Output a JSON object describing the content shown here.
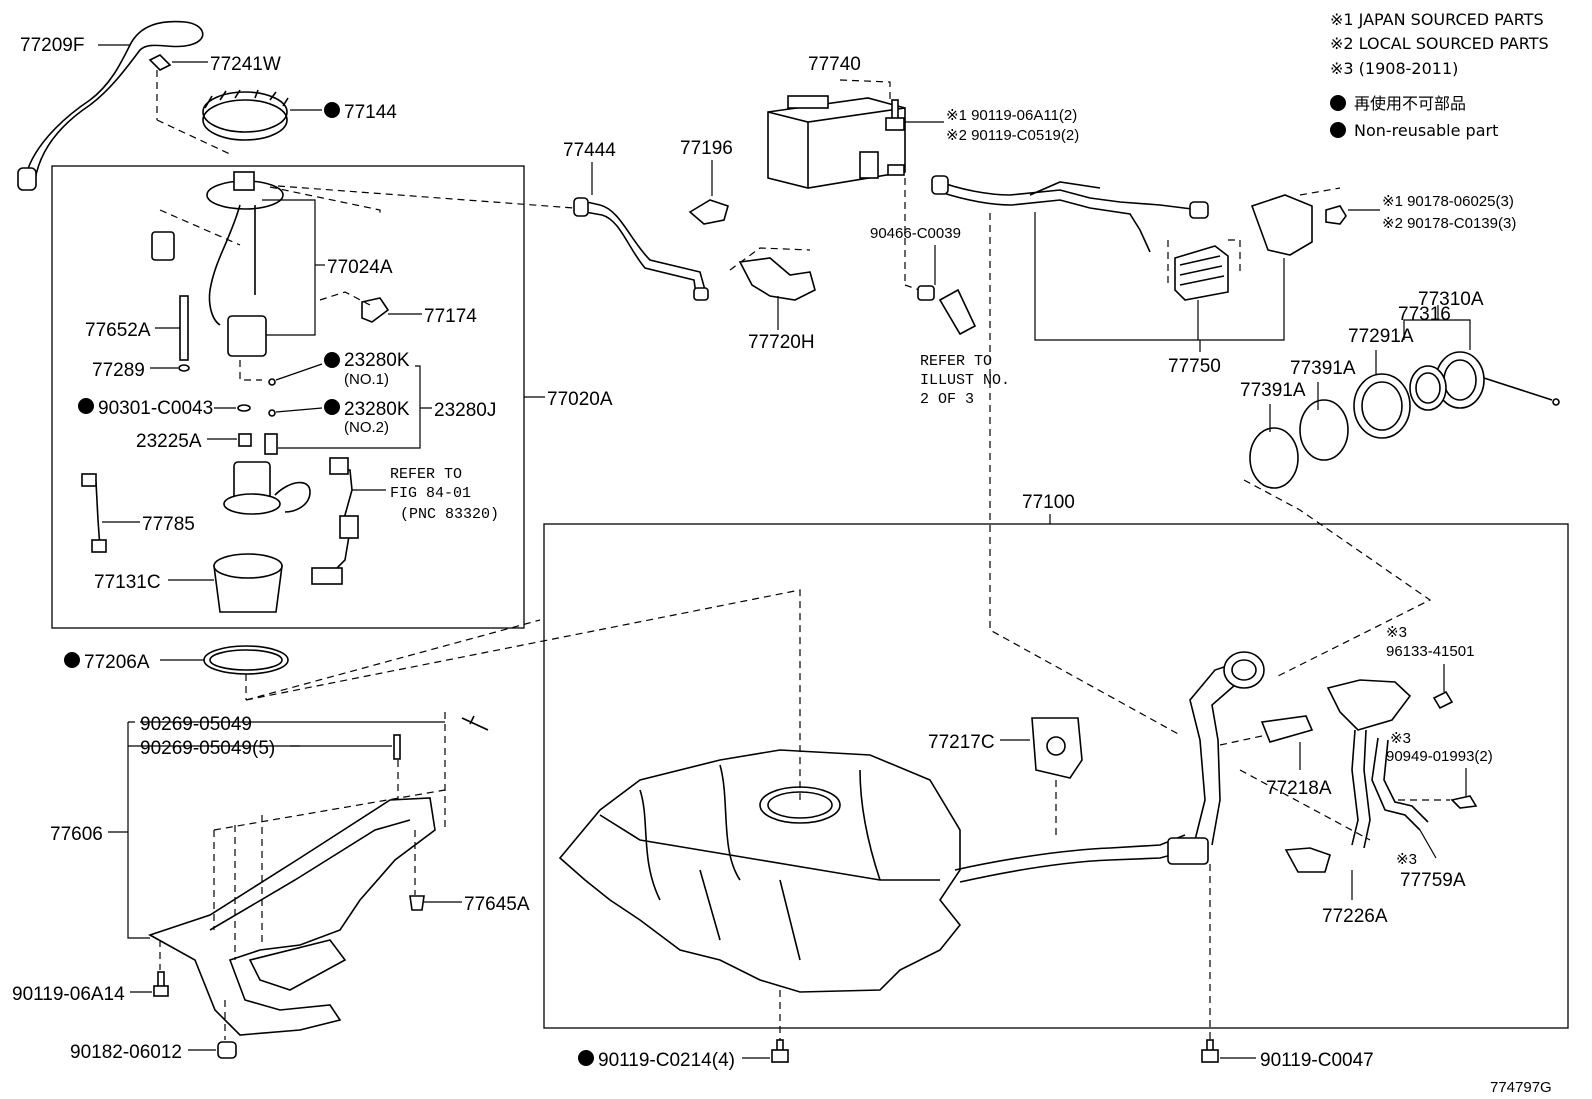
{
  "legend": {
    "japan": "※1 JAPAN SOURCED PARTS",
    "local": "※2 LOCAL SOURCED PARTS",
    "date_range": "※3 (1908-2011)",
    "nonreusable_jp": "再使用不可部品",
    "nonreusable_en": "Non-reusable part"
  },
  "diagram_id": "774797G",
  "labels": {
    "p77209F": "77209F",
    "p77241W": "77241W",
    "p77144": "77144",
    "p77024A": "77024A",
    "p77652A": "77652A",
    "p77174": "77174",
    "p77289": "77289",
    "p23280K_1": "23280K",
    "no1": "(NO.1)",
    "p90301": "90301-C0043",
    "p23280K_2": "23280K",
    "no2": "(NO.2)",
    "p23280J": "23280J",
    "p77020A": "77020A",
    "p23225A": "23225A",
    "refer_fig_1": "REFER TO",
    "refer_fig_2": "FIG 84-01",
    "refer_fig_3": "(PNC 83320)",
    "p77785": "77785",
    "p77131C": "77131C",
    "p77206A": "77206A",
    "p90269_a": "90269-05049",
    "p90269_b": "90269-05049(5)",
    "p77606": "77606",
    "p77645A": "77645A",
    "p90119_06A14": "90119-06A14",
    "p90182": "90182-06012",
    "p90119_C0214": "90119-C0214(4)",
    "p90119_C0047": "90119-C0047",
    "p77740": "77740",
    "p77444": "77444",
    "p77196": "77196",
    "p90119_06A11": "※1 90119-06A11(2)",
    "p90119_C0519": "※2 90119-C0519(2)",
    "p90466": "90466-C0039",
    "refer_illust_1": "REFER TO",
    "refer_illust_2": "ILLUST NO.",
    "refer_illust_3": "2 OF 3",
    "p77720H": "77720H",
    "p90178_1": "※1  90178-06025(3)",
    "p90178_2": "※2  90178-C0139(3)",
    "p77750": "77750",
    "p77310A": "77310A",
    "p77316": "77316",
    "p77291A": "77291A",
    "p77391A_a": "77391A",
    "p77391A_b": "77391A",
    "p77100": "77100",
    "p77217C": "77217C",
    "p77218A": "77218A",
    "mark3_a": "※3",
    "p96133": "96133-41501",
    "mark3_b": "※3",
    "p90949": "90949-01993(2)",
    "mark3_c": "※3",
    "p77759A": "77759A",
    "p77226A": "77226A"
  }
}
